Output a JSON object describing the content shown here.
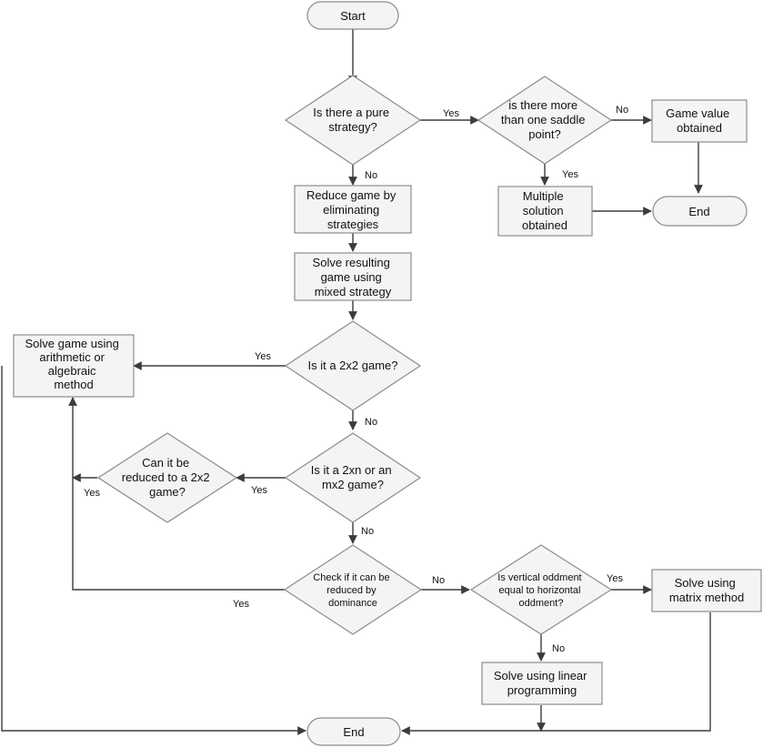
{
  "nodes": {
    "start": "Start",
    "pure_strategy": [
      "Is there a pure",
      "strategy?"
    ],
    "more_saddle": [
      "is there more",
      "than one saddle",
      "point?"
    ],
    "game_value": [
      "Game value",
      "obtained"
    ],
    "multiple_solution": [
      "Multiple",
      "solution",
      "obtained"
    ],
    "end_top": "End",
    "reduce_game": [
      "Reduce game by",
      "eliminating",
      "strategies"
    ],
    "solve_mixed": [
      "Solve resulting",
      "game using",
      "mixed strategy"
    ],
    "is_2x2": [
      "Is it a 2x2 game?"
    ],
    "solve_arith": [
      "Solve game using",
      "arithmetic or",
      "algebraic",
      "method"
    ],
    "is_2xn": [
      "Is it a 2xn or an",
      "mx2 game?"
    ],
    "can_reduce": [
      "Can it be",
      "reduced to a 2x2",
      "game?"
    ],
    "check_dominance": [
      "Check if it can be",
      "reduced by",
      "dominance"
    ],
    "oddment": [
      "Is vertical oddment",
      "equal to horizontal",
      "oddment?"
    ],
    "matrix_method": [
      "Solve using",
      "matrix method"
    ],
    "linear_prog": [
      "Solve using linear",
      "programming"
    ],
    "end_bottom": "End"
  },
  "edge_labels": {
    "pure_yes": "Yes",
    "pure_no": "No",
    "saddle_no": "No",
    "saddle_yes": "Yes",
    "is2x2_yes": "Yes",
    "is2x2_no": "No",
    "is2xn_yes": "Yes",
    "is2xn_no": "No",
    "canreduce_yes": "Yes",
    "dominance_yes": "Yes",
    "dominance_no": "No",
    "oddment_yes": "Yes",
    "oddment_no": "No"
  }
}
